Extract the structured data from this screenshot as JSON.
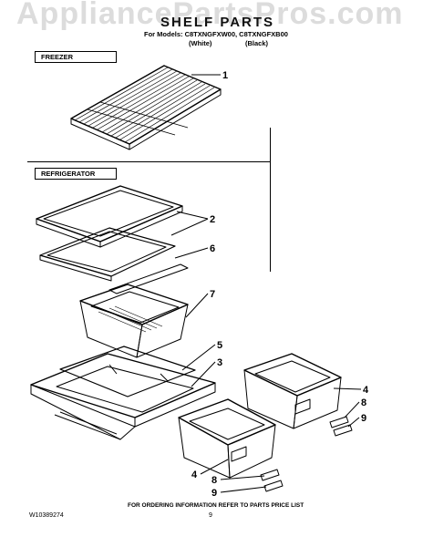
{
  "watermark": "AppliancePartsPros.com",
  "header": {
    "title": "SHELF PARTS",
    "models_line": "For Models: C8TXNGFXW00, C8TXNGFXB00",
    "variant_white": "(White)",
    "variant_black": "(Black)"
  },
  "sections": {
    "freezer": "FREEZER",
    "refrigerator": "REFRIGERATOR"
  },
  "callouts": {
    "c1": "1",
    "c2": "2",
    "c6": "6",
    "c7": "7",
    "c5": "5",
    "c3": "3",
    "c4a": "4",
    "c8a": "8",
    "c9a": "9",
    "c4b": "4",
    "c8b": "8",
    "c9b": "9"
  },
  "footer": {
    "note": "FOR ORDERING INFORMATION REFER TO PARTS PRICE LIST",
    "doc_id": "W10389274",
    "page": "9"
  }
}
